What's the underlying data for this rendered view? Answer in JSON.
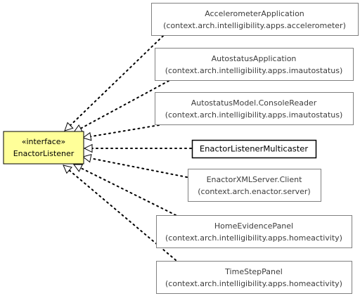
{
  "interface": {
    "stereotype": "«interface»",
    "name": "EnactorListener",
    "fill": "#ffff99",
    "stroke": "#000000"
  },
  "implementors": [
    {
      "name": "AccelerometerApplication",
      "package": "(context.arch.intelligibility.apps.accelerometer)",
      "focus": false
    },
    {
      "name": "AutostatusApplication",
      "package": "(context.arch.intelligibility.apps.imautostatus)",
      "focus": false
    },
    {
      "name": "AutostatusModel.ConsoleReader",
      "package": "(context.arch.intelligibility.apps.imautostatus)",
      "focus": false
    },
    {
      "name": "EnactorListenerMulticaster",
      "package": "",
      "focus": true
    },
    {
      "name": "EnactorXMLServer.Client",
      "package": "(context.arch.enactor.server)",
      "focus": false
    },
    {
      "name": "HomeEvidencePanel",
      "package": "(context.arch.intelligibility.apps.homeactivity)",
      "focus": false
    },
    {
      "name": "TimeStepPanel",
      "package": "(context.arch.intelligibility.apps.homeactivity)",
      "focus": false
    }
  ],
  "colors": {
    "box_stroke": "#808080",
    "focus_stroke": "#000000",
    "edge": "#000000",
    "text": "#3c3c3c"
  }
}
